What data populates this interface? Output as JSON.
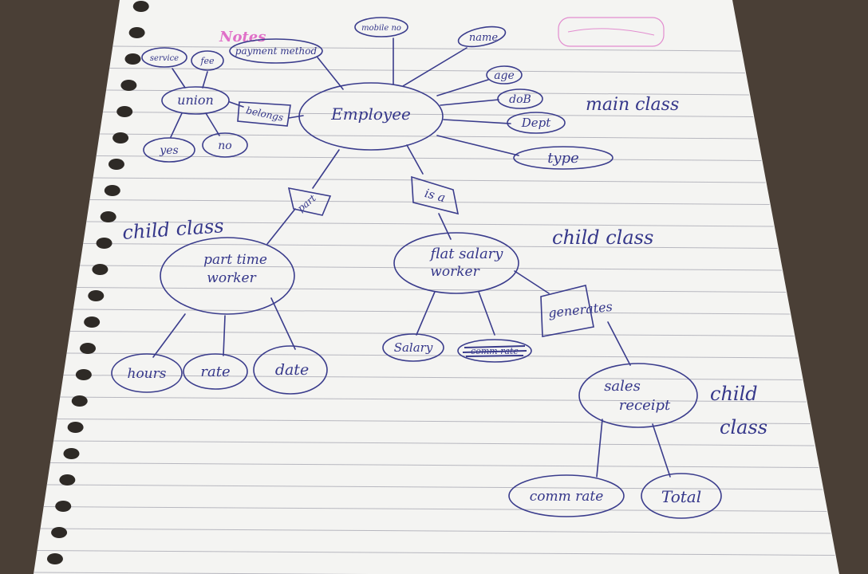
{
  "header": {
    "notes_label": "Notes"
  },
  "entities": {
    "employee": "Employee",
    "part_time_worker": [
      "part time",
      "worker"
    ],
    "flat_salary_worker": [
      "flat salary",
      "worker"
    ],
    "sales_receipt": [
      "sales",
      "receipt"
    ],
    "union": "union"
  },
  "attributes": {
    "employee": [
      "service",
      "fee",
      "payment method",
      "mobile no",
      "name",
      "age",
      "doB",
      "Dept",
      "type"
    ],
    "union": [
      "yes",
      "no"
    ],
    "part_time_worker": [
      "hours",
      "rate",
      "date"
    ],
    "flat_salary_worker": [
      "Salary",
      "comm rate"
    ],
    "sales_receipt": [
      "comm rate",
      "Total"
    ]
  },
  "relationships": {
    "belongs": "belongs",
    "part_of": "part",
    "is_a": "is a",
    "generates": "generates"
  },
  "annotations": {
    "main_class": "main class",
    "child_class_left": "child class",
    "child_class_right": "child class",
    "child_class_bottom": [
      "child",
      "class"
    ]
  },
  "colors": {
    "ink": "#3a3c8c",
    "paper": "#f4f4f2",
    "table": "#4a3f36",
    "notes_pink": "#e070c8",
    "rule_line": "#b7b7bf"
  }
}
